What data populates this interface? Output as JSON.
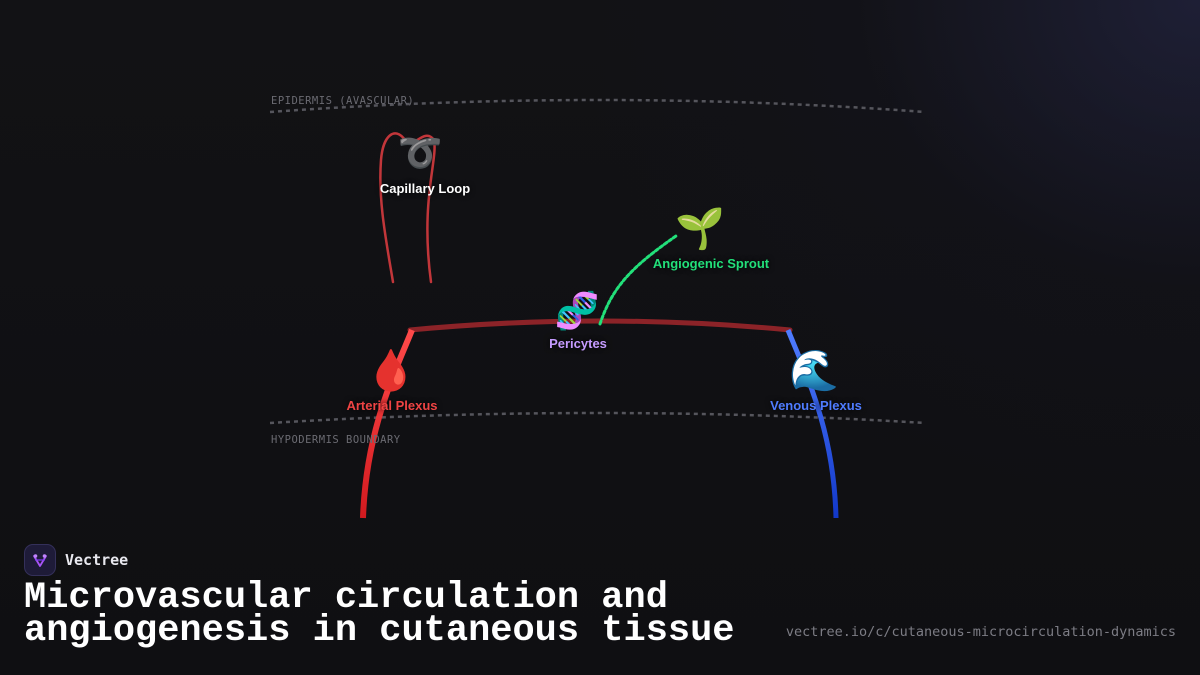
{
  "brand": {
    "name": "Vectree",
    "accent": "#a855f7"
  },
  "title": "Microvascular circulation and angiogenesis in cutaneous tissue",
  "url": "vectree.io/c/cutaneous-microcirculation-dynamics",
  "layers": {
    "top": "EPIDERMIS (AVASCULAR)",
    "bottom": "HYPODERMIS BOUNDARY"
  },
  "nodes": {
    "capillary_loop": {
      "label": "Capillary Loop",
      "icon": "➰",
      "color": "#ffffff"
    },
    "angiogenic_sprout": {
      "label": "Angiogenic Sprout",
      "icon": "🌱",
      "color": "#22e07a"
    },
    "pericytes": {
      "label": "Pericytes",
      "icon": "🧬",
      "color": "#c59bff"
    },
    "arterial_plexus": {
      "label": "Arterial Plexus",
      "icon": "🩸",
      "color": "#ef4444"
    },
    "venous_plexus": {
      "label": "Venous Plexus",
      "icon": "🌊",
      "color": "#4f7cff"
    }
  },
  "colors": {
    "artery": "#e0242b",
    "vein": "#1d4fe0",
    "capillary": "#c2363a",
    "plexus_bridge": "#8c2328",
    "sprout": "#22e07a",
    "boundary": "#55555c"
  }
}
